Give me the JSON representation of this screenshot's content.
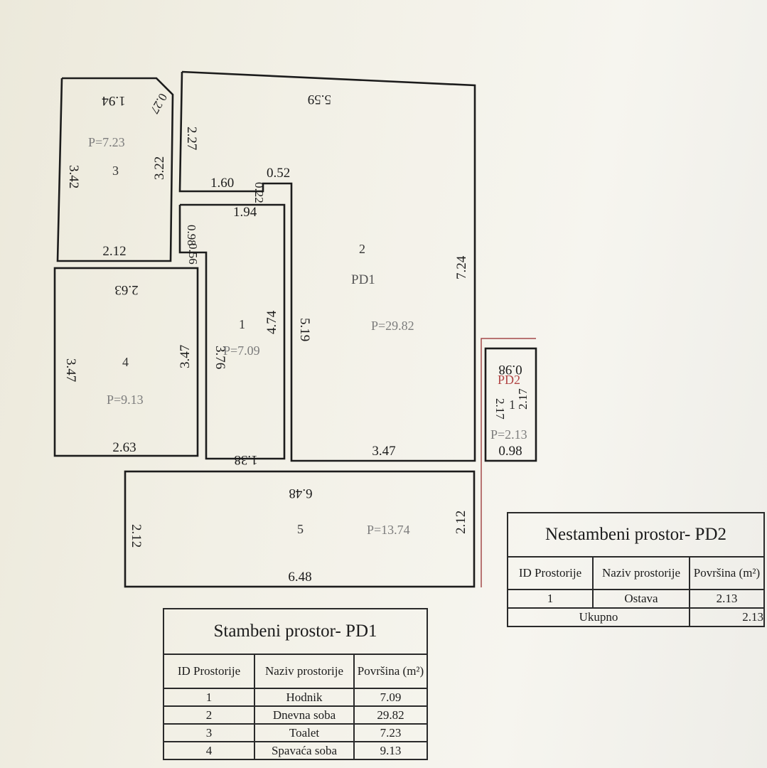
{
  "plan": {
    "room3": {
      "id": "3",
      "area": "P=7.23",
      "dims": [
        "1.94",
        "0.27",
        "3.42",
        "3.22",
        "2.12"
      ]
    },
    "room2": {
      "id": "2",
      "zone": "PD1",
      "area": "P=29.82",
      "dims": [
        "5.59",
        "2.27",
        "1.60",
        "0.22",
        "0.52",
        "5.19",
        "7.24",
        "3.47"
      ]
    },
    "room1": {
      "id": "1",
      "area": "P=7.09",
      "dims": [
        "1.94",
        "0.98",
        "0.56",
        "4.74",
        "3.76",
        "1.38"
      ]
    },
    "room4": {
      "id": "4",
      "area": "P=9.13",
      "dims": [
        "2.63",
        "3.47",
        "3.47",
        "2.63"
      ]
    },
    "room5": {
      "id": "5",
      "area": "P=13.74",
      "dims": [
        "6.48",
        "2.12",
        "2.12",
        "6.48"
      ]
    },
    "pd2": {
      "id": "1",
      "zone": "PD2",
      "area": "P=2.13",
      "dims": [
        "0.98",
        "2.17",
        "2.17",
        "0.98"
      ]
    }
  },
  "table_pd2": {
    "title": "Nestambeni prostor- PD2",
    "headers": [
      "ID Prostorije",
      "Naziv prostorije",
      "Površina (m²)"
    ],
    "rows": [
      {
        "id": "1",
        "name": "Ostava",
        "area": "2.13"
      }
    ],
    "total_label": "Ukupno",
    "total_value": "2.13"
  },
  "table_pd1": {
    "title": "Stambeni prostor- PD1",
    "headers": [
      "ID Prostorije",
      "Naziv prostorije",
      "Površina (m²)"
    ],
    "rows": [
      {
        "id": "1",
        "name": "Hodnik",
        "area": "7.09"
      },
      {
        "id": "2",
        "name": "Dnevna soba",
        "area": "29.82"
      },
      {
        "id": "3",
        "name": "Toalet",
        "area": "7.23"
      },
      {
        "id": "4",
        "name": "Spavaća soba",
        "area": "9.13"
      }
    ]
  }
}
